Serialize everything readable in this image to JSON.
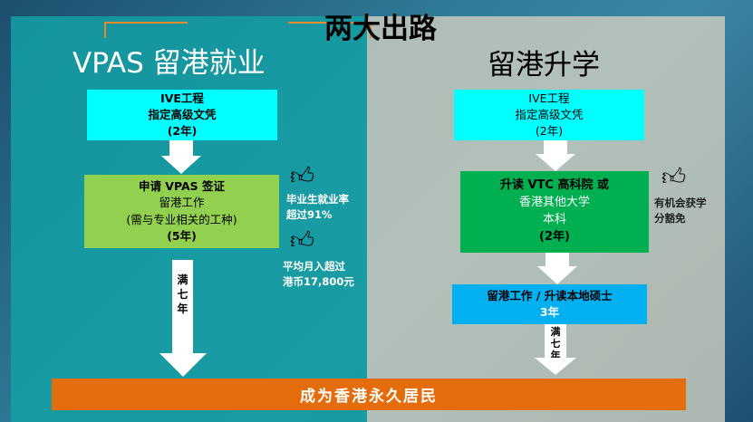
{
  "title": "两大出路",
  "left": {
    "heading": "VPAS 留港就业",
    "box1": [
      "IVE工程",
      "指定高级文凭",
      "(2年)"
    ],
    "box2": [
      "申请 VPAS 签证",
      "留港工作",
      "(需与专业相关的工种)",
      "(5年)"
    ],
    "note1": [
      "毕业生就业率",
      "超过91%"
    ],
    "note2": [
      "平均月入超过",
      "港币17,800元"
    ],
    "arrow_text": [
      "满",
      "七",
      "年"
    ],
    "icons": [
      "thumbs-up-icon",
      "arrow-down-icon"
    ]
  },
  "right": {
    "heading": "留港升学",
    "box1": [
      "IVE工程",
      "指定高级文凭",
      "(2年)"
    ],
    "box2": [
      "升读 VTC 高科院 或",
      "香港其他大学",
      "本科",
      "(2年)"
    ],
    "box3": [
      "留港工作 / 升读本地硕士",
      "3年"
    ],
    "note1": [
      "有机会获学",
      "分豁免"
    ],
    "arrow_text": [
      "满",
      "七",
      "年"
    ]
  },
  "bottom": "成为香港永久居民",
  "colors": {
    "left_panel": "#14a0a5",
    "right_panel": "#cdcdbe",
    "cyan": "#00ffff",
    "light_green": "#92d050",
    "green": "#00b050",
    "blue": "#00b0f0",
    "orange": "#e46c0a",
    "bracket": "#e8892e"
  }
}
